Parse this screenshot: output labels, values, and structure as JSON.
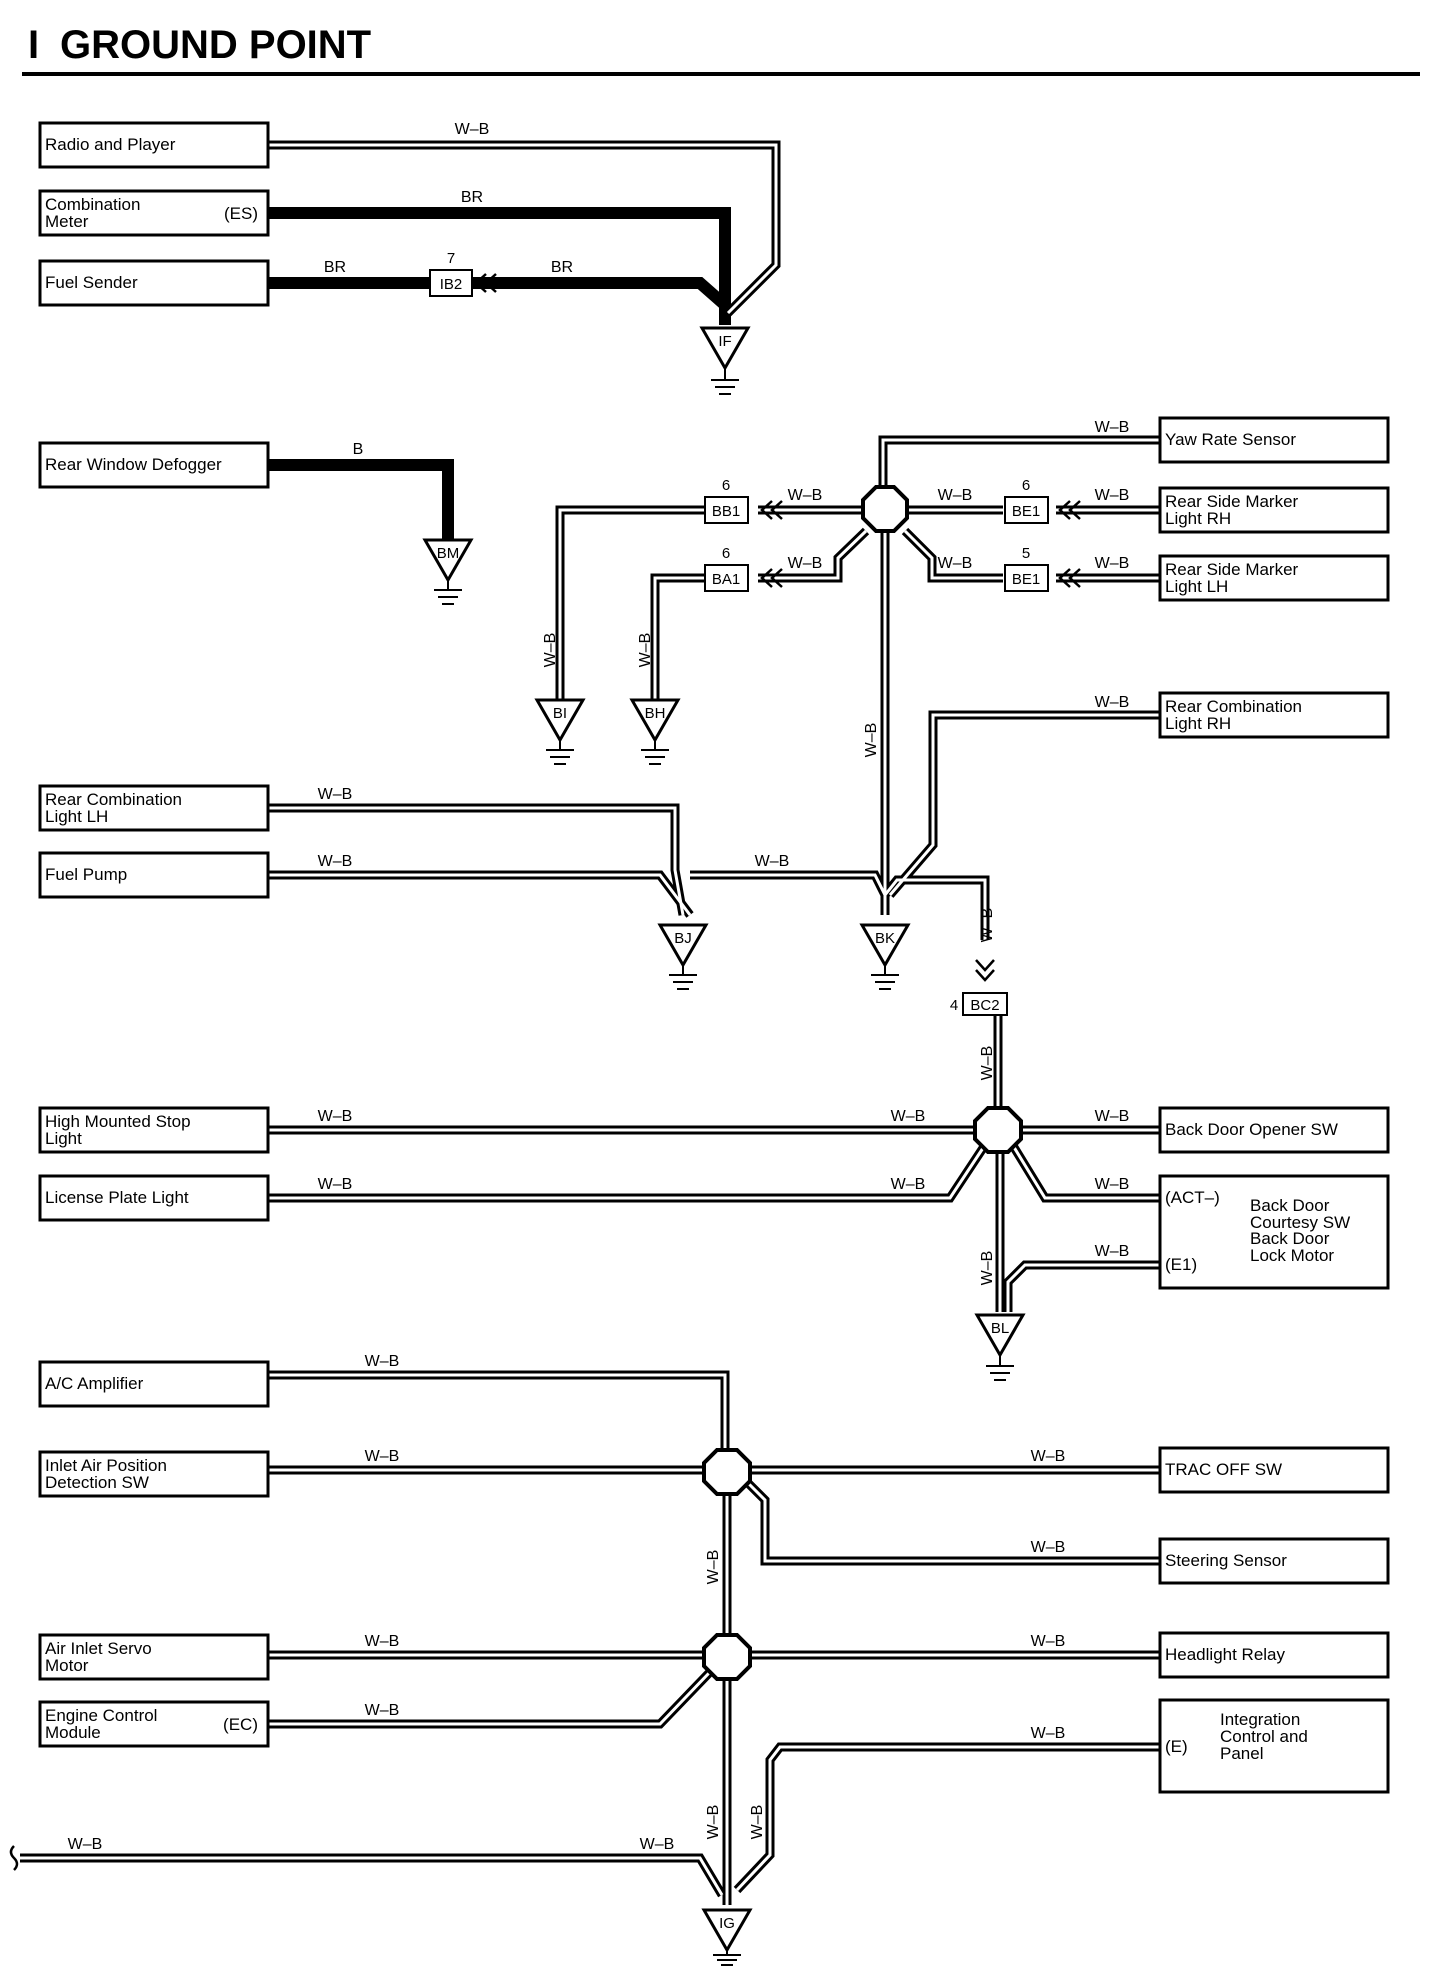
{
  "page": {
    "section_letter": "I",
    "title": "GROUND POINT"
  },
  "components": {
    "radio_player": "Radio and Player",
    "combination_meter": [
      "Combination",
      "Meter"
    ],
    "combination_meter_pin": "(ES)",
    "fuel_sender": "Fuel Sender",
    "rear_window_defogger": "Rear Window Defogger",
    "yaw_rate_sensor": "Yaw Rate Sensor",
    "rear_side_marker_rh": [
      "Rear Side Marker",
      "Light RH"
    ],
    "rear_side_marker_lh": [
      "Rear Side Marker",
      "Light LH"
    ],
    "rear_combination_rh": [
      "Rear Combination",
      "Light RH"
    ],
    "rear_combination_lh": [
      "Rear Combination",
      "Light LH"
    ],
    "fuel_pump": "Fuel Pump",
    "high_mounted_stop": [
      "High Mounted Stop",
      "Light"
    ],
    "license_plate": "License Plate Light",
    "back_door_opener_sw": "Back Door Opener SW",
    "back_door_module": [
      "Back Door",
      "Courtesy SW",
      "Back Door",
      "Lock Motor"
    ],
    "back_door_pin_act": "(ACT–)",
    "back_door_pin_e1": "(E1)",
    "ac_amplifier": "A/C Amplifier",
    "inlet_air_position": [
      "Inlet Air Position",
      "Detection SW"
    ],
    "trac_off_sw": "TRAC OFF SW",
    "steering_sensor": "Steering Sensor",
    "air_inlet_servo": [
      "Air Inlet Servo",
      "Motor"
    ],
    "headlight_relay": "Headlight Relay",
    "engine_control_module": [
      "Engine Control",
      "Module"
    ],
    "engine_control_pin": "(EC)",
    "integration_panel": [
      "Integration",
      "Control and",
      "Panel"
    ],
    "integration_pin": "(E)"
  },
  "wire_colors": {
    "wb": "W–B",
    "br": "BR",
    "b": "B"
  },
  "connectors": {
    "ib2": {
      "id": "IB2",
      "pin": "7"
    },
    "bb1": {
      "id": "BB1",
      "pin": "6"
    },
    "ba1": {
      "id": "BA1",
      "pin": "6"
    },
    "be1_rh": {
      "id": "BE1",
      "pin": "6"
    },
    "be1_lh": {
      "id": "BE1",
      "pin": "5"
    },
    "bc2": {
      "id": "BC2",
      "pin": "4"
    }
  },
  "ground_points": {
    "if": "IF",
    "bm": "BM",
    "bi": "BI",
    "bh": "BH",
    "bj": "BJ",
    "bk": "BK",
    "bl": "BL",
    "ig": "IG"
  }
}
